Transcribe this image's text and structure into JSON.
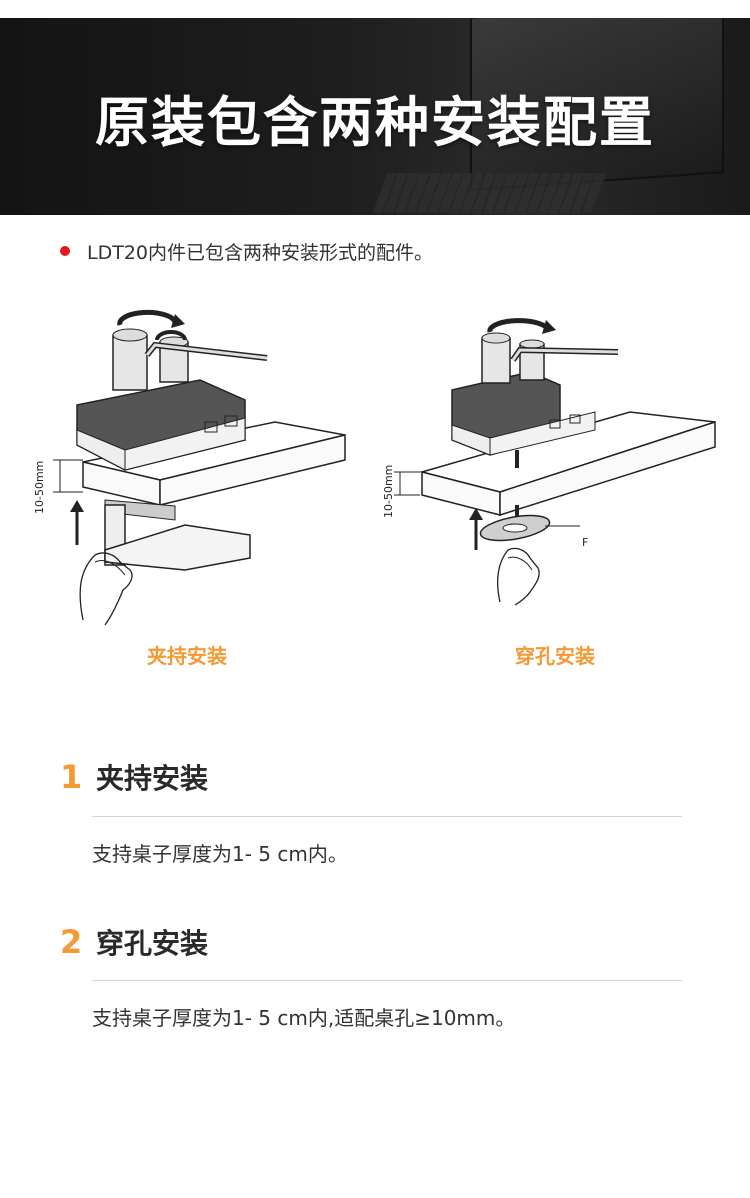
{
  "banner": {
    "title": "原装包含两种安装配置"
  },
  "intro": {
    "text": "LDT20内件已包含两种安装形式的配件。"
  },
  "figures": [
    {
      "caption": "夹持安装",
      "dimension_label": "10-50mm"
    },
    {
      "caption": "穿孔安装",
      "dimension_label": "10-50mm",
      "part_label": "F"
    }
  ],
  "sections": [
    {
      "number": "1",
      "title": "夹持安装",
      "description": "支持桌子厚度为1- 5 cm内。"
    },
    {
      "number": "2",
      "title": "穿孔安装",
      "description": "支持桌子厚度为1- 5 cm内,适配桌孔≥10mm。"
    }
  ],
  "colors": {
    "accent": "#f39a35",
    "bullet": "#e01b1b",
    "banner_bg": "#1a1a1a"
  }
}
